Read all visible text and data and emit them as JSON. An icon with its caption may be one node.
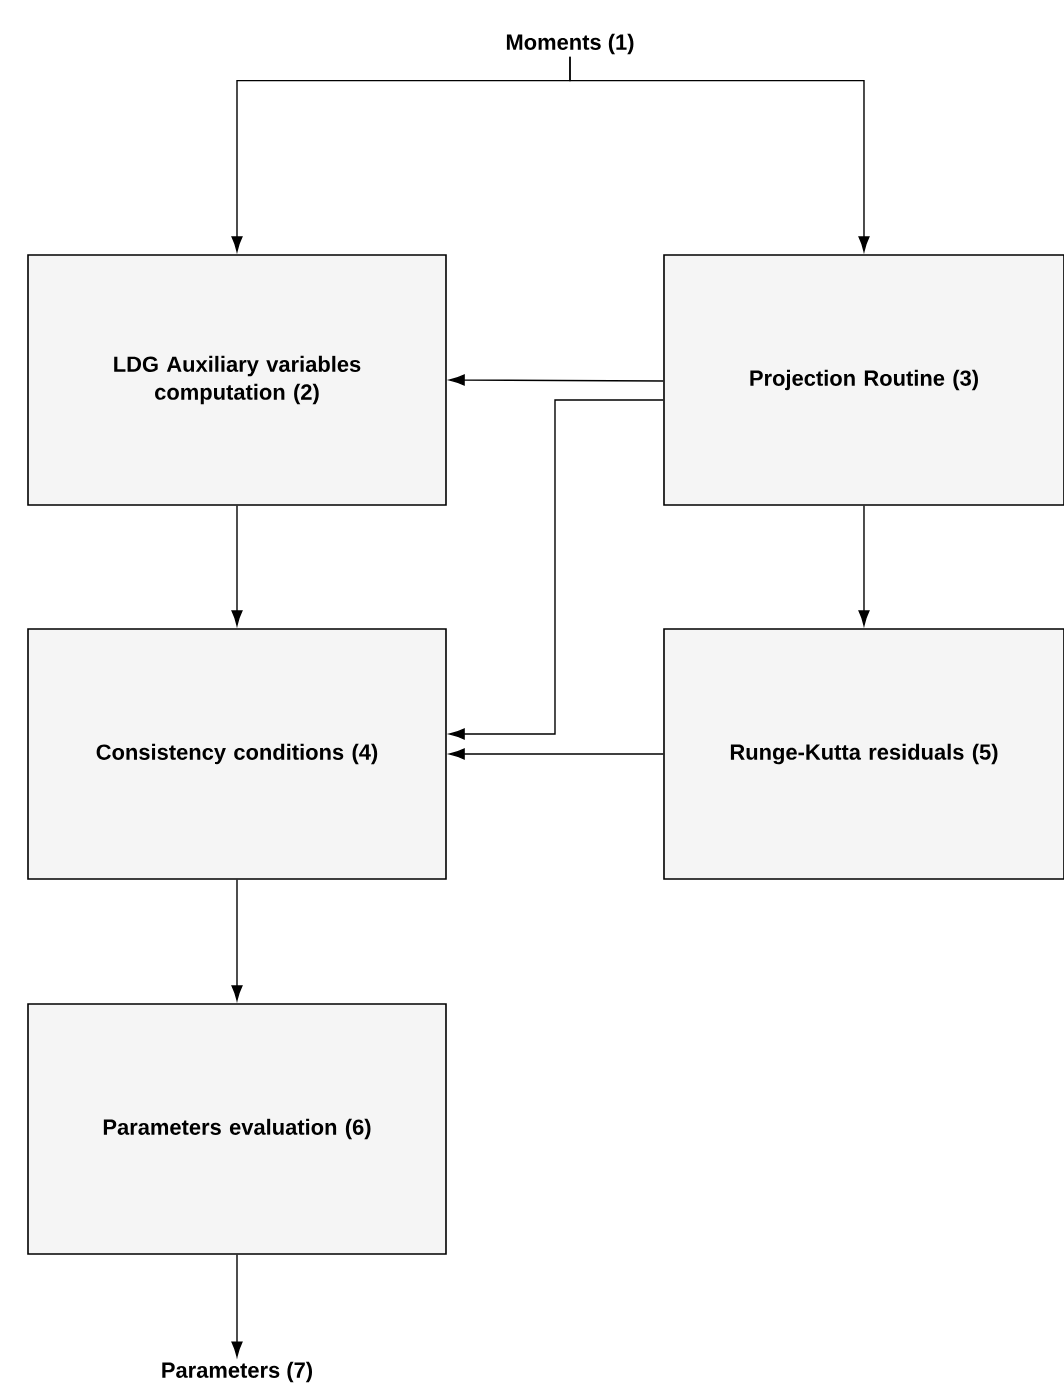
{
  "diagram": {
    "nodes": [
      {
        "text": [
          "Moments (1)"
        ]
      },
      {
        "text": [
          "LDG Auxiliary variables computation (2)"
        ]
      },
      {
        "text": [
          "Projection Routine (3)"
        ]
      },
      {
        "text": [
          "Consistency conditions (4)"
        ]
      },
      {
        "text": [
          "Runge-Kutta residuals (5)"
        ]
      },
      {
        "text": [
          "Parameters evaluation (6)"
        ]
      },
      {
        "text": [
          "Parameters (7)"
        ]
      }
    ],
    "edges": [
      {
        "from": 0,
        "to": 1,
        "arrow": "to"
      },
      {
        "from": 0,
        "to": 2,
        "arrow": "to"
      },
      {
        "from": 2,
        "to": 1,
        "arrow": "to"
      },
      {
        "from": 2,
        "to": 3,
        "arrow": "to"
      },
      {
        "from": 1,
        "to": 3,
        "arrow": "to"
      },
      {
        "from": 4,
        "to": 3,
        "arrow": "to"
      },
      {
        "from": 2,
        "to": 4,
        "arrow": "to"
      },
      {
        "from": 3,
        "to": 5,
        "arrow": "to"
      },
      {
        "from": 5,
        "to": 6,
        "arrow": "to"
      }
    ]
  }
}
